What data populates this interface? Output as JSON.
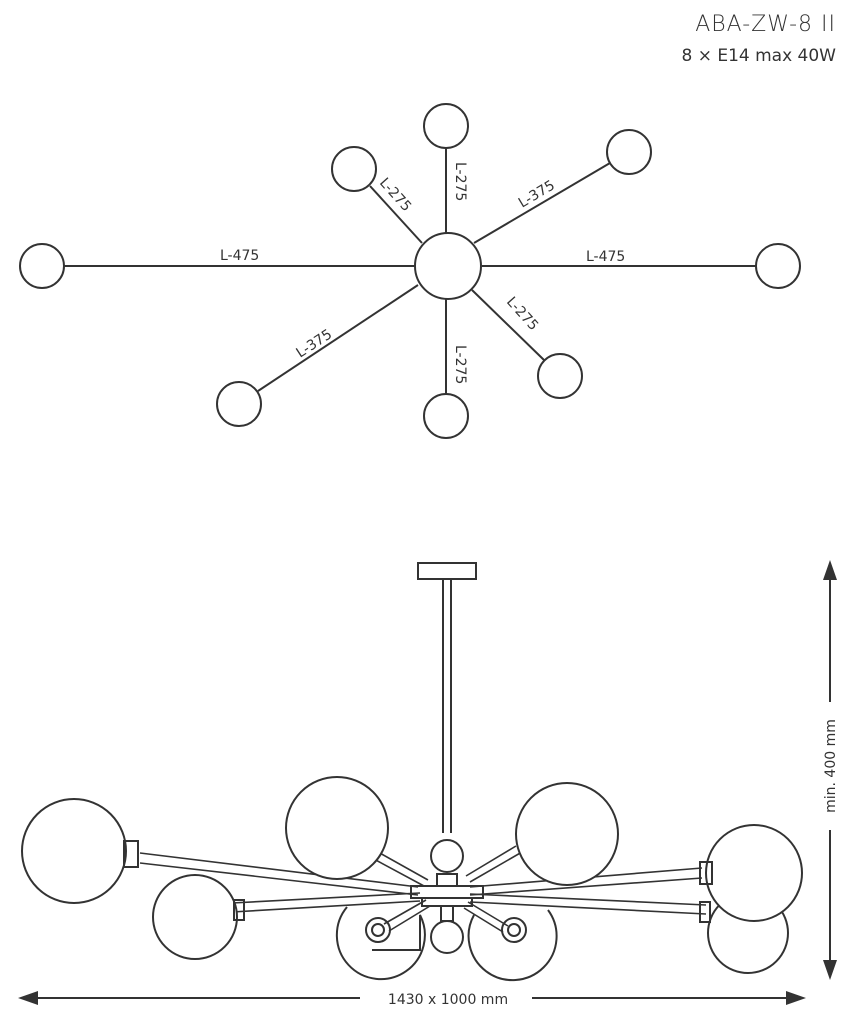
{
  "header": {
    "model": "ABA-ZW-8 II",
    "spec": "8 × E14 max 40W"
  },
  "top_view": {
    "labels": [
      "L-275",
      "L-275",
      "L-375",
      "L-475",
      "L-475",
      "L-375",
      "L-275",
      "L-275"
    ]
  },
  "dimensions": {
    "height_label": "min. 400 mm",
    "width_label": "1430 x 1000 mm"
  },
  "colors": {
    "stroke": "#333333",
    "background": "#ffffff"
  }
}
